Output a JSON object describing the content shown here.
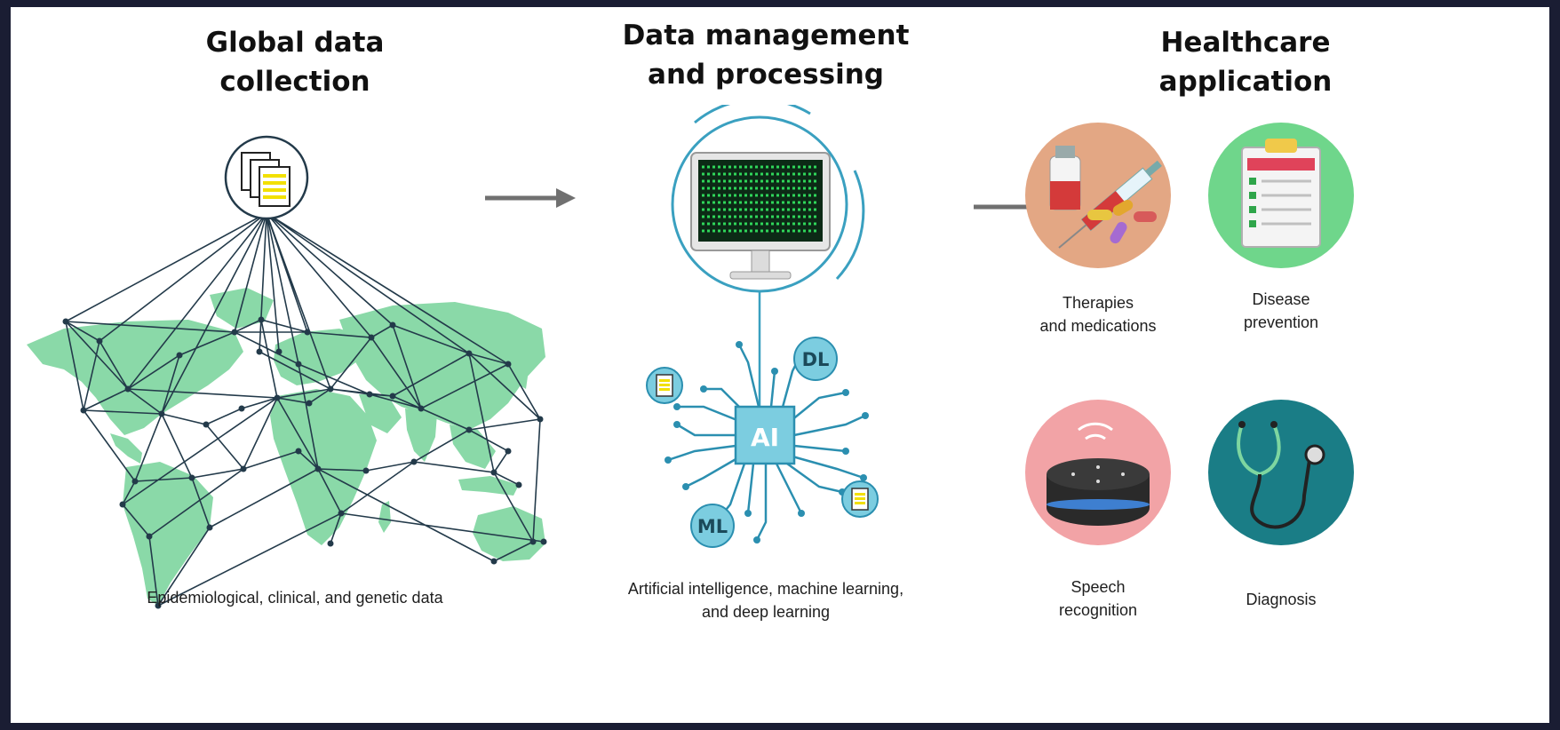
{
  "columns": [
    {
      "title": "Global data\ncollection",
      "caption": "Epidemiological, clinical, and genetic data"
    },
    {
      "title": "Data management\nand processing",
      "caption": "Artificial intelligence, machine learning,\nand deep learning"
    },
    {
      "title": "Healthcare\napplication"
    }
  ],
  "ai_badges": {
    "ai": "AI",
    "dl": "DL",
    "ml": "ML"
  },
  "applications": [
    {
      "label": "Therapies\nand medications",
      "icon": "pills-syringe-icon",
      "color": "#e3a784"
    },
    {
      "label": "Disease\nprevention",
      "icon": "clipboard-checklist-icon",
      "color": "#6fd68b"
    },
    {
      "label": "Speech\nrecognition",
      "icon": "smart-speaker-icon",
      "color": "#f2a3a6"
    },
    {
      "label": "Diagnosis",
      "icon": "stethoscope-icon",
      "color": "#1a7d86"
    }
  ],
  "colors": {
    "background": "#1a1d33",
    "map": "#8ad9a8",
    "network": "#233a4a",
    "circuit": "#2b8fb0",
    "accent": "#7ccde0"
  }
}
